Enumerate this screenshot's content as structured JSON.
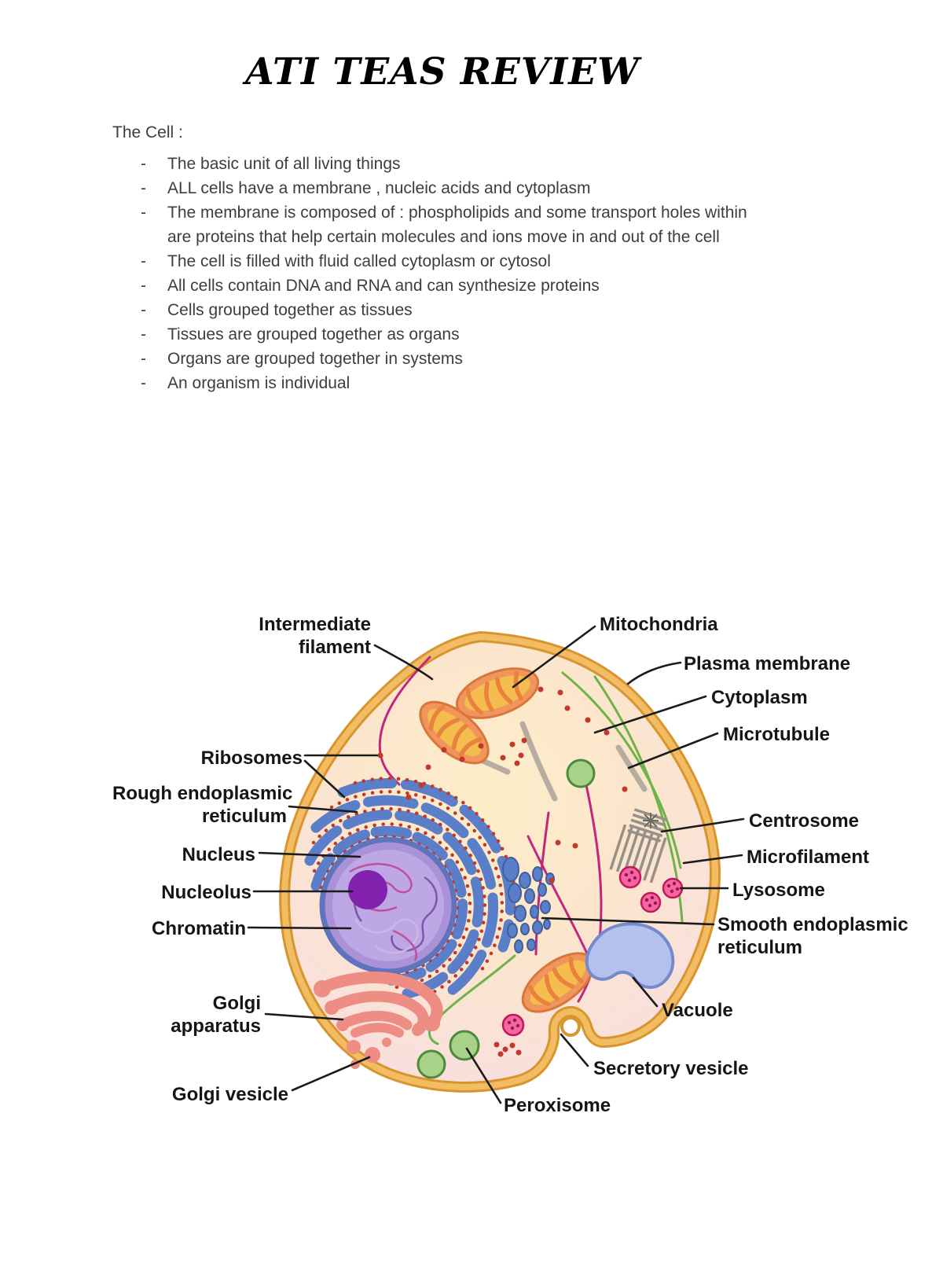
{
  "page": {
    "title": "ATI TEAS REVIEW"
  },
  "notes": {
    "heading": "The Cell :",
    "bullet_char": "-",
    "items": [
      "The basic unit of all living things",
      "ALL cells have a membrane , nucleic acids and cytoplasm",
      "The membrane is composed of : phospholipids and some transport holes within are proteins that help certain molecules and ions move in and out of the cell",
      "The cell is filled with fluid called cytoplasm or cytosol",
      "All cells contain DNA and RNA and can synthesize proteins",
      "Cells grouped together as tissues",
      "Tissues are grouped together as organs",
      "Organs are grouped together in systems",
      "An organism is individual"
    ]
  },
  "diagram": {
    "labels": {
      "intermediate_filament": {
        "line1": "Intermediate",
        "line2": "filament"
      },
      "ribosomes": "Ribosomes",
      "rough_er": {
        "line1": "Rough endoplasmic",
        "line2": "reticulum"
      },
      "nucleus": "Nucleus",
      "nucleolus": "Nucleolus",
      "chromatin": "Chromatin",
      "golgi_apparatus": {
        "line1": "Golgi",
        "line2": "apparatus"
      },
      "golgi_vesicle": "Golgi vesicle",
      "mitochondria": "Mitochondria",
      "plasma_membrane": "Plasma membrane",
      "cytoplasm": "Cytoplasm",
      "microtubule": "Microtubule",
      "centrosome": "Centrosome",
      "microfilament": "Microfilament",
      "lysosome": "Lysosome",
      "smooth_er": {
        "line1": "Smooth endoplasmic",
        "line2": "reticulum"
      },
      "vacuole": "Vacuole",
      "secretory_vesicle": "Secretory vesicle",
      "peroxisome": "Peroxisome"
    },
    "colors": {
      "membrane": "#f2bc62",
      "membrane_dark": "#d8952f",
      "cytoplasm_warm": "#fdeecb",
      "cytoplasm_pink": "#f8dde7",
      "er_blue": "#5b7ec8",
      "ribosome_red": "#c0392b",
      "nucleus_fill": "#ab92d6",
      "nucleus_rim": "#5f74bd",
      "nucleolus": "#8322ac",
      "mitochondria_outer": "#f0955c",
      "mitochondria_inner": "#f5bd4e",
      "golgi": "#ee8d84",
      "lysosome": "#f2679f",
      "peroxisome": "#a8d287",
      "vacuole": "#b3c2ec",
      "microtubule_gray": "#b6aca0",
      "microfilament_green": "#6fb24a",
      "intermediate_magenta": "#c2277e",
      "leader_line": "#1b1b1b"
    }
  }
}
